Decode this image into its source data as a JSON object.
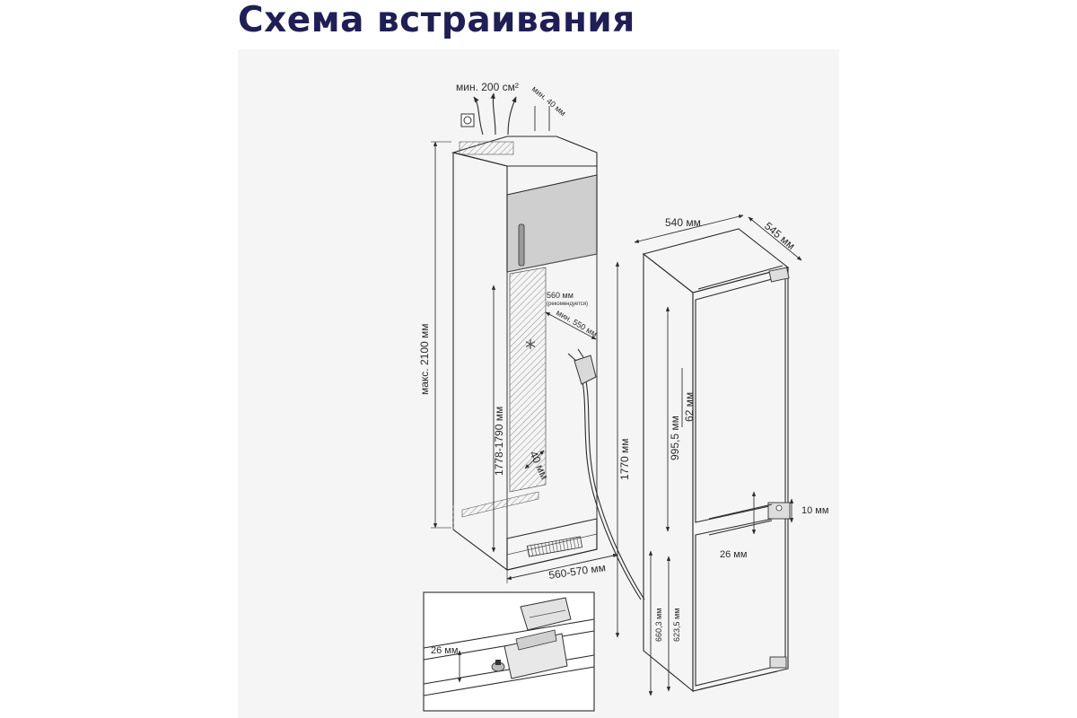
{
  "title": "Схема встраивания",
  "labels": {
    "vent_area": "мин. 200 см²",
    "vent_gap": "мин. 40 мм",
    "cabinet_height": "макс. 2100 мм",
    "niche_height": "1778-1790 мм",
    "niche_depth_recommended": "560 мм",
    "niche_depth_note": "(рекомендуется)",
    "niche_depth_min": "мин. 550 мм",
    "niche_gap": "40 мм",
    "niche_width": "560-570 мм",
    "asterisk": "*",
    "fridge_width": "540 мм",
    "fridge_depth": "545 мм",
    "fridge_height": "1770 мм",
    "upper_door_height": "995,5 мм",
    "upper_door_offset": "62 мм",
    "hinge_gap": "10 мм",
    "hinge_offset": "26 мм",
    "lower_door_height_a": "660,3 мм",
    "lower_door_height_b": "623,5 мм",
    "inset_offset": "26 мм"
  },
  "colors": {
    "title": "#1f1f55",
    "panel": "#f5f5f5",
    "line": "#2b2b2b",
    "door": "#cfcfcf"
  }
}
